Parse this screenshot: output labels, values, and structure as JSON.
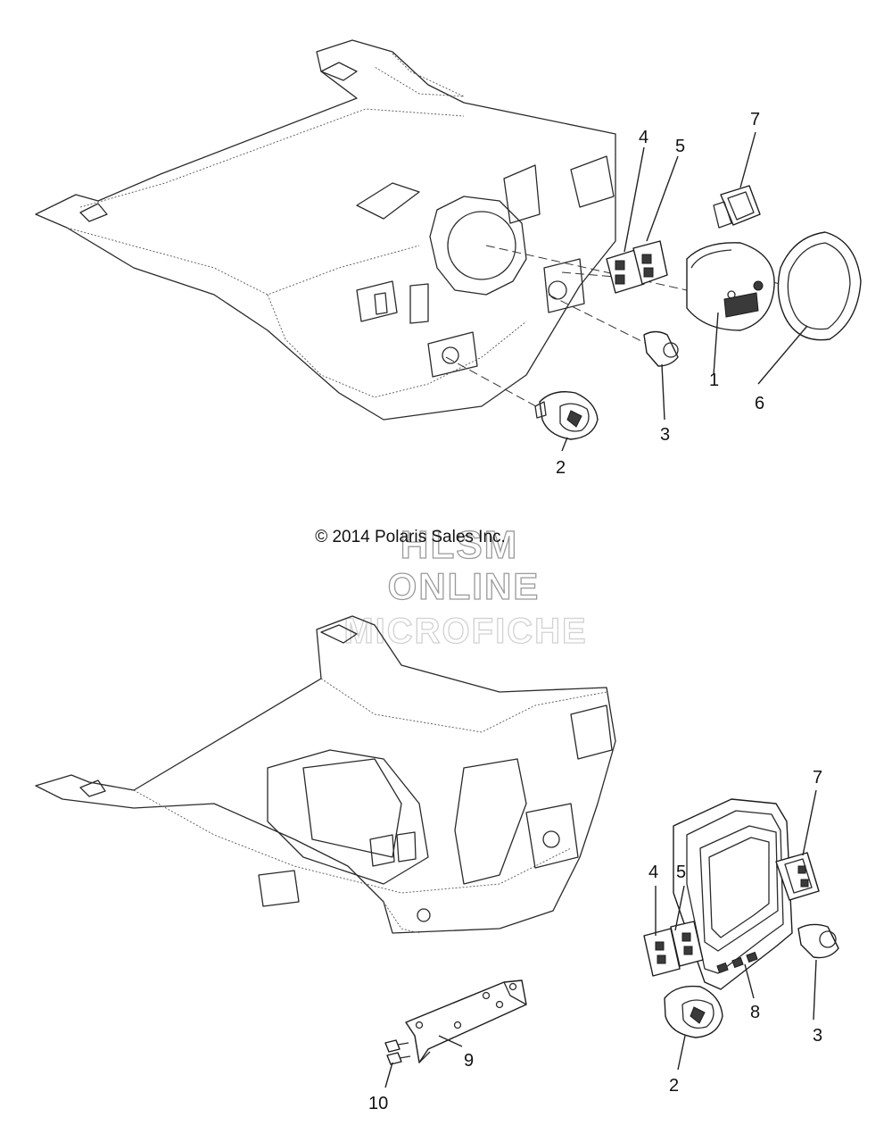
{
  "copyright": "© 2014 Polaris Sales Inc.",
  "watermark": {
    "line1": "HLSM",
    "line2": "ONLINE",
    "line3": "MICROFICHE"
  },
  "top_view": {
    "callouts": [
      {
        "label": "1"
      },
      {
        "label": "2"
      },
      {
        "label": "3"
      },
      {
        "label": "4"
      },
      {
        "label": "5"
      },
      {
        "label": "6"
      },
      {
        "label": "7"
      }
    ]
  },
  "bottom_view": {
    "callouts": [
      {
        "label": "2"
      },
      {
        "label": "3"
      },
      {
        "label": "4"
      },
      {
        "label": "5"
      },
      {
        "label": "7"
      },
      {
        "label": "8"
      },
      {
        "label": "9"
      },
      {
        "label": "10"
      }
    ]
  }
}
